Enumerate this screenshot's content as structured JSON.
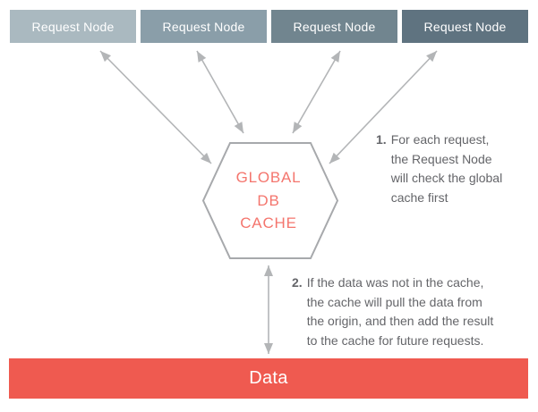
{
  "nodes": [
    {
      "label": "Request Node",
      "color": "#aab9c0"
    },
    {
      "label": "Request Node",
      "color": "#8a9ea9"
    },
    {
      "label": "Request Node",
      "color": "#71858f"
    },
    {
      "label": "Request Node",
      "color": "#5f7380"
    }
  ],
  "cache": {
    "lines": [
      "GLOBAL",
      "DB",
      "CACHE"
    ],
    "text_color": "#f4756d"
  },
  "data_bar": {
    "label": "Data",
    "color": "#ef5a50"
  },
  "annotations": [
    {
      "number": "1.",
      "lines": [
        "For each request,",
        "the Request Node",
        "will check the global",
        "cache first"
      ]
    },
    {
      "number": "2.",
      "lines": [
        "If the data was not in the cache,",
        "the cache will pull the data from",
        "the origin, and then add the result",
        "to the cache for future requests."
      ]
    }
  ],
  "colors": {
    "arrow": "#b3b5b7",
    "hex_border": "#a7a9ac",
    "annotation_text": "#646569"
  }
}
